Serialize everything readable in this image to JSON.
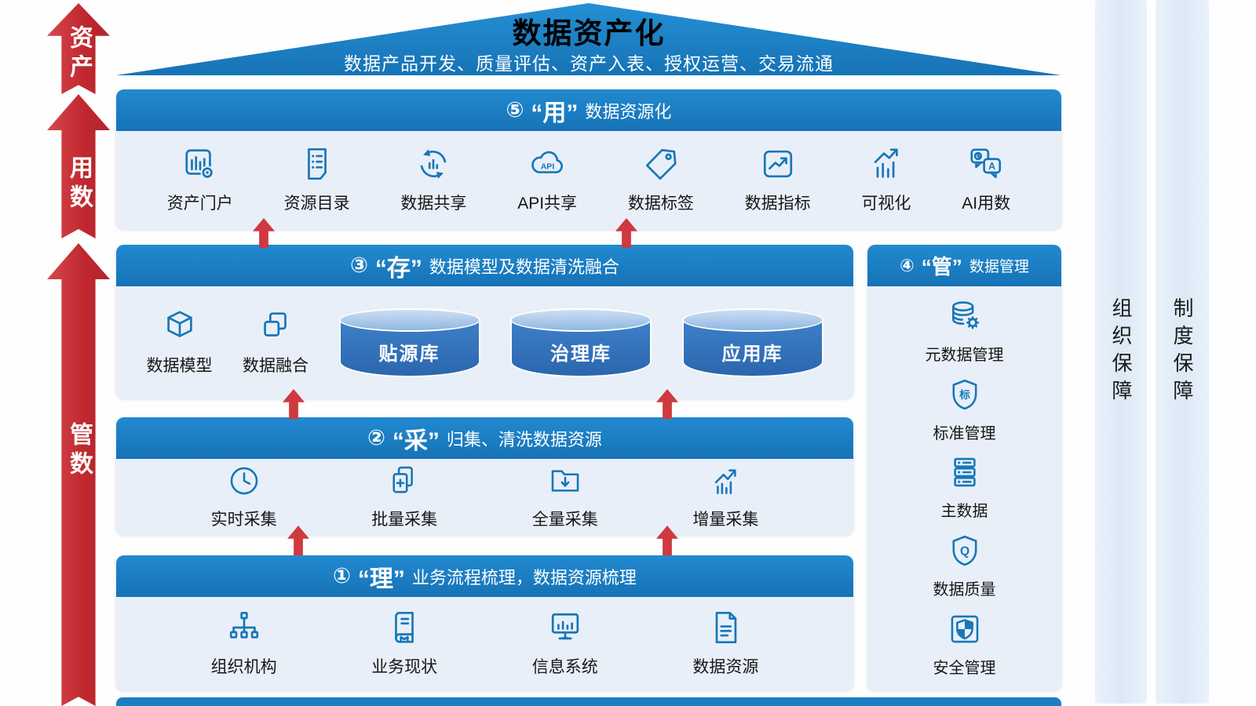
{
  "roof": {
    "title": "数据资产化",
    "subtitle": "数据产品开发、质量评估、资产入表、授权运营、交易流通"
  },
  "left_arrows": [
    {
      "label": "资产"
    },
    {
      "label": "用数"
    },
    {
      "label": "管数"
    }
  ],
  "layers": {
    "use": {
      "num": "⑤",
      "key": "“用”",
      "rest": "数据资源化",
      "items": [
        {
          "label": "资产门户",
          "icon": "asset-portal-icon"
        },
        {
          "label": "资源目录",
          "icon": "catalog-list-icon"
        },
        {
          "label": "数据共享",
          "icon": "sync-chart-icon"
        },
        {
          "label": "API共享",
          "icon": "api-cloud-icon"
        },
        {
          "label": "数据标签",
          "icon": "tag-icon"
        },
        {
          "label": "数据指标",
          "icon": "line-chart-icon"
        },
        {
          "label": "可视化",
          "icon": "rising-bars-icon"
        },
        {
          "label": "AI用数",
          "icon": "chat-ai-icon"
        }
      ]
    },
    "store": {
      "num": "③",
      "key": "“存”",
      "rest": "数据模型及数据清洗融合",
      "items": [
        {
          "label": "数据模型",
          "icon": "cube-icon"
        },
        {
          "label": "数据融合",
          "icon": "overlap-squares-icon"
        }
      ],
      "databases": [
        "贴源库",
        "治理库",
        "应用库"
      ]
    },
    "manage": {
      "num": "④",
      "key": "“管”",
      "rest": "数据管理",
      "items": [
        {
          "label": "元数据管理",
          "icon": "database-gear-icon"
        },
        {
          "label": "标准管理",
          "icon": "shield-standard-icon"
        },
        {
          "label": "主数据",
          "icon": "server-stack-icon"
        },
        {
          "label": "数据质量",
          "icon": "shield-quality-icon"
        },
        {
          "label": "安全管理",
          "icon": "checkered-shield-icon"
        }
      ]
    },
    "collect": {
      "num": "②",
      "key": "“采”",
      "rest": "归集、清洗数据资源",
      "items": [
        {
          "label": "实时采集",
          "icon": "clock-icon"
        },
        {
          "label": "批量采集",
          "icon": "copy-plus-icon"
        },
        {
          "label": "全量采集",
          "icon": "folder-download-icon"
        },
        {
          "label": "增量采集",
          "icon": "growth-arrow-icon"
        }
      ]
    },
    "sort": {
      "num": "①",
      "key": "“理”",
      "rest": "业务流程梳理，数据资源梳理",
      "items": [
        {
          "label": "组织机构",
          "icon": "org-chart-icon"
        },
        {
          "label": "业务现状",
          "icon": "notebook-icon"
        },
        {
          "label": "信息系统",
          "icon": "monitor-chart-icon"
        },
        {
          "label": "数据资源",
          "icon": "document-lines-icon"
        }
      ]
    }
  },
  "pillars": [
    {
      "label": "组织保障"
    },
    {
      "label": "制度保障"
    }
  ],
  "colors": {
    "header_blue": "#1b7ec5",
    "icon_blue": "#1677b8",
    "arrow_red": "#c9393f",
    "panel_bg": "#e9eff8",
    "cylinder_blue": "#2e6fba",
    "cylinder_top": "#9dc0e8",
    "roof_blue": "#1c80c6"
  }
}
